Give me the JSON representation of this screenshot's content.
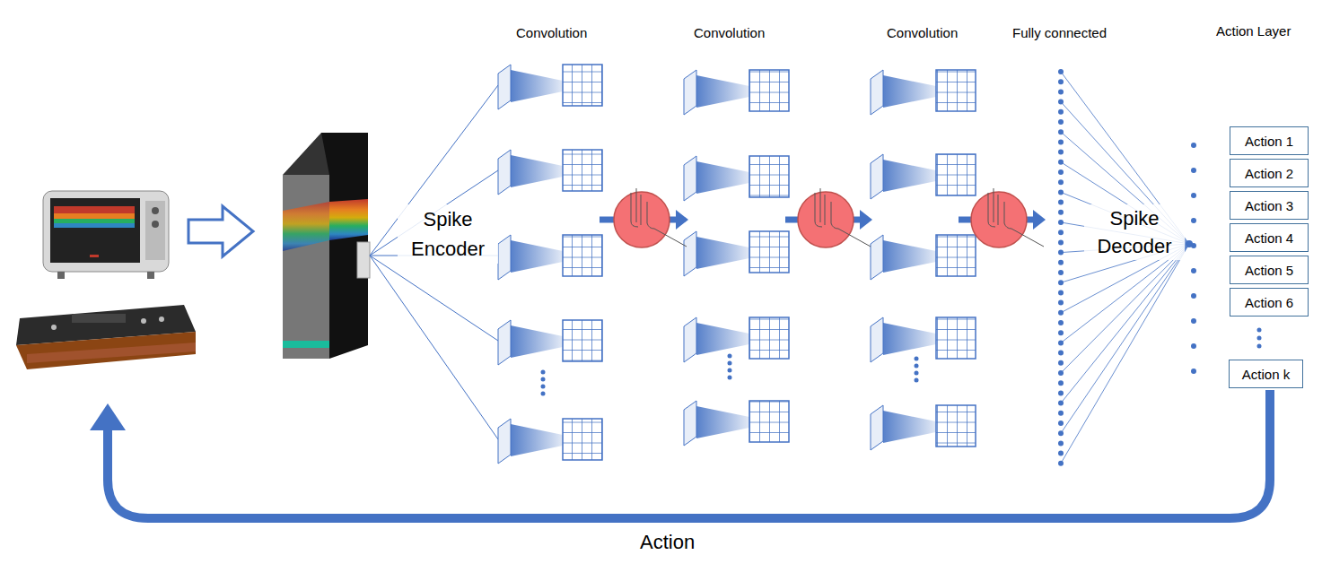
{
  "diagram": {
    "nodes": [
      {
        "text": [
          "Action 1"
        ]
      },
      {
        "text": [
          "Action 2"
        ]
      },
      {
        "text": [
          "Action 3"
        ]
      },
      {
        "text": [
          "Action 4"
        ]
      },
      {
        "text": [
          "Action 5"
        ]
      },
      {
        "text": [
          "Action 6"
        ]
      },
      {
        "text": [
          "Action k"
        ]
      }
    ],
    "edges": [],
    "labels": [
      "Convolution",
      "Convolution",
      "Convolution",
      "Fully connected",
      "Action Layer",
      "Spike Encoder",
      "Spike Decoder",
      "Action"
    ]
  }
}
